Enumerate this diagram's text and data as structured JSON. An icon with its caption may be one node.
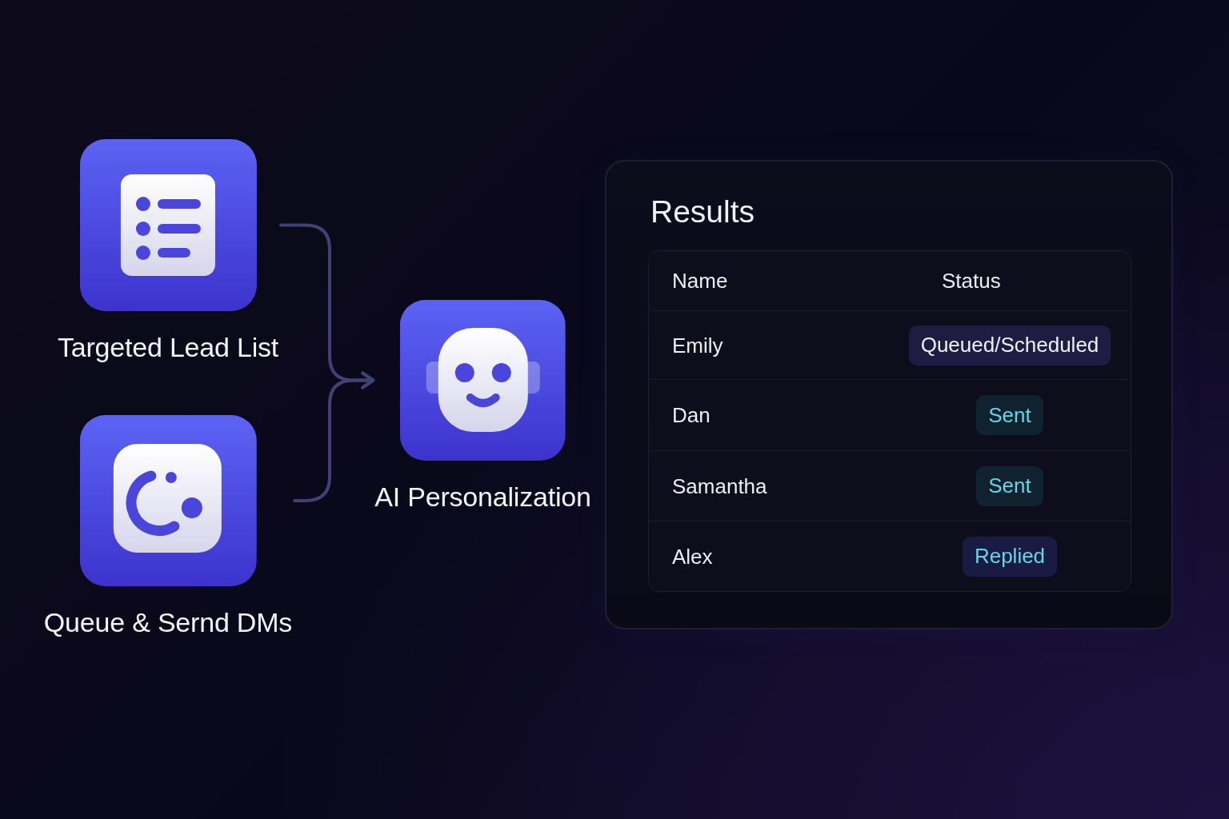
{
  "diagram": {
    "nodes": [
      {
        "text": [
          "Targeted Lead List"
        ]
      },
      {
        "text": [
          "Queue & Sernd DMs"
        ]
      },
      {
        "text": [
          "AI Personalization"
        ]
      },
      {
        "text": [
          "Results"
        ]
      }
    ],
    "edges": [
      {
        "from": 0,
        "to": 2,
        "arrow": "to"
      },
      {
        "from": 1,
        "to": 2,
        "arrow": "to"
      }
    ],
    "labels": [
      "Name",
      "Status",
      "Emily",
      "Queued/Scheduled",
      "Dan",
      "Sent",
      "Samantha",
      "Sent",
      "Alex",
      "Replied"
    ]
  }
}
